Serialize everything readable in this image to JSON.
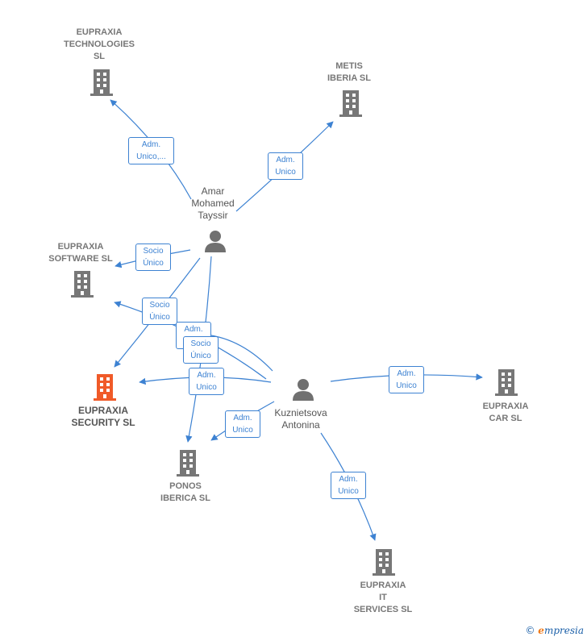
{
  "nodes": {
    "eupraxia_technologies": {
      "label": "EUPRAXIA\nTECHNOLOGIES\nSL"
    },
    "metis_iberia": {
      "label": "METIS\nIBERIA  SL"
    },
    "eupraxia_software": {
      "label": "EUPRAXIA\nSOFTWARE  SL"
    },
    "eupraxia_security": {
      "label": "EUPRAXIA\nSECURITY  SL",
      "highlight_color": "#f05a28"
    },
    "ponos_iberica": {
      "label": "PONOS\nIBERICA  SL"
    },
    "eupraxia_car": {
      "label": "EUPRAXIA\nCAR  SL"
    },
    "eupraxia_it_services": {
      "label": "EUPRAXIA\nIT\nSERVICES  SL"
    },
    "amar": {
      "label": "Amar\nMohamed\nTayssir"
    },
    "kuznietsova": {
      "label": "Kuznietsova\nAntonina"
    }
  },
  "edges": {
    "amar_tech": "Adm.\nUnico,...",
    "amar_metis": "Adm.\nUnico",
    "amar_software": "Socio\nÚnico",
    "soc_security": "Socio\nÚnico",
    "adm_security_a": "Adm.\nUnico",
    "soc_ponos": "Socio\nÚnico",
    "adm_security_b": "Adm.\nUnico",
    "kuz_ponos": "Adm.\nUnico",
    "kuz_car": "Adm.\nUnico",
    "kuz_it": "Adm.\nUnico"
  },
  "colors": {
    "edge": "#3d82d2",
    "building": "#777777",
    "building_highlight": "#f05a28",
    "person": "#707070"
  },
  "footer": {
    "copyright": "©",
    "brand_initial": "e",
    "brand_rest": "mpresia"
  }
}
